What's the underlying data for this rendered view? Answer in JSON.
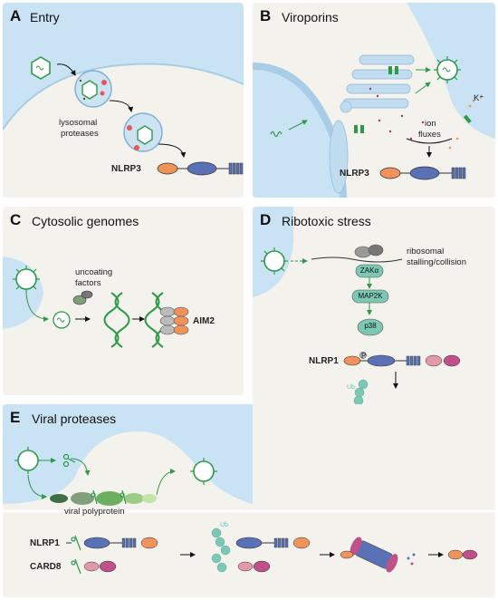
{
  "panels": {
    "a": {
      "letter": "A",
      "title": "Entry",
      "lysosomal": "lysosomal",
      "proteases": "proteases",
      "sensor": "NLRP3"
    },
    "b": {
      "letter": "B",
      "title": "Viroporins",
      "ion": "ion",
      "fluxes": "fluxes",
      "potassium": "K⁺",
      "sensor": "NLRP3"
    },
    "c": {
      "letter": "C",
      "title": "Cytosolic genomes",
      "uncoating": "uncoating",
      "factors": "factors",
      "sensor": "AIM2"
    },
    "d": {
      "letter": "D",
      "title": "Ribotoxic stress",
      "ribosomal": "ribosomal",
      "stalling": "stalling/collision",
      "zak": "ZAKα",
      "map2k": "MAP2K",
      "p38": "p38",
      "sensor": "NLRP1",
      "ub": "Ub",
      "p": "P"
    },
    "e": {
      "letter": "E",
      "title": "Viral proteases",
      "polyprotein": "viral polyprotein",
      "nlrp1": "NLRP1",
      "card8": "CARD8",
      "ub": "Ub"
    }
  },
  "colors": {
    "membrane": "#c9e3f4",
    "cytoplasm": "#f4f2ec",
    "virus": "#2e9a48",
    "sensor_blue": "#5a72b5",
    "orange": "#f0935a",
    "pink": "#c0508a",
    "green_box": "#7cc8b4"
  },
  "icons": [
    "virus-icon",
    "scissors-icon",
    "arrow-icon",
    "proteasome-icon",
    "ribosome-icon"
  ]
}
